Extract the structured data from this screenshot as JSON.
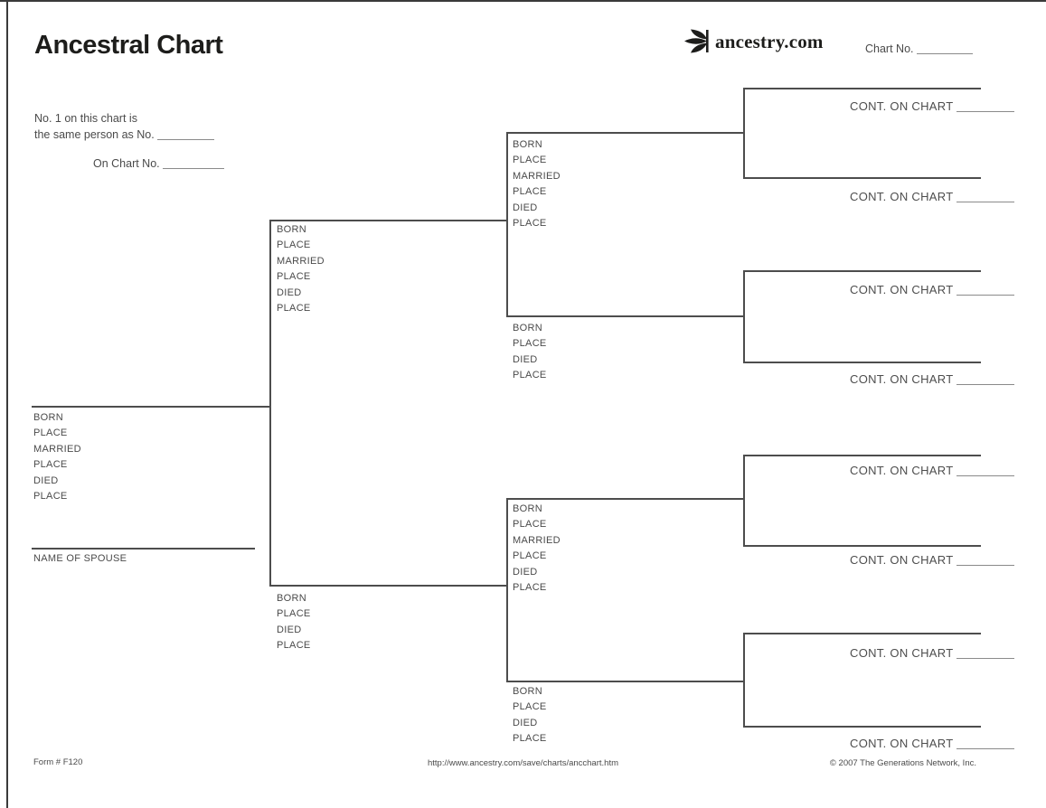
{
  "header": {
    "title": "Ancestral Chart",
    "logo_text": "ancestry.com",
    "chart_no_label": "Chart No.",
    "note_line1": "No. 1 on this chart is",
    "note_line2": "the same person as No.",
    "on_chart_label": "On Chart No."
  },
  "labels": {
    "full": [
      "BORN",
      "PLACE",
      "MARRIED",
      "PLACE",
      "DIED",
      "PLACE"
    ],
    "short": [
      "BORN",
      "PLACE",
      "DIED",
      "PLACE"
    ],
    "spouse": "NAME OF SPOUSE",
    "cont": "CONT. ON CHART"
  },
  "pedigree": {
    "generations": 4,
    "person_slots": [
      {
        "slot": "person-1",
        "label_set": "full"
      },
      {
        "slot": "father",
        "label_set": "full"
      },
      {
        "slot": "mother",
        "label_set": "short"
      },
      {
        "slot": "paternal-grandfather",
        "label_set": "full"
      },
      {
        "slot": "paternal-grandmother",
        "label_set": "short"
      },
      {
        "slot": "maternal-grandfather",
        "label_set": "full"
      },
      {
        "slot": "maternal-grandmother",
        "label_set": "short"
      }
    ],
    "continuation_slots": 8
  },
  "footer": {
    "form_number": "Form # F120",
    "url": "http://www.ancestry.com/save/charts/ancchart.htm",
    "copyright": "© 2007 The Generations Network, Inc."
  },
  "colors": {
    "line": "#4d4d4d",
    "label_text": "#4a4a4a",
    "blank_line": "#8a8a8a",
    "title_text": "#1d1d1b"
  }
}
